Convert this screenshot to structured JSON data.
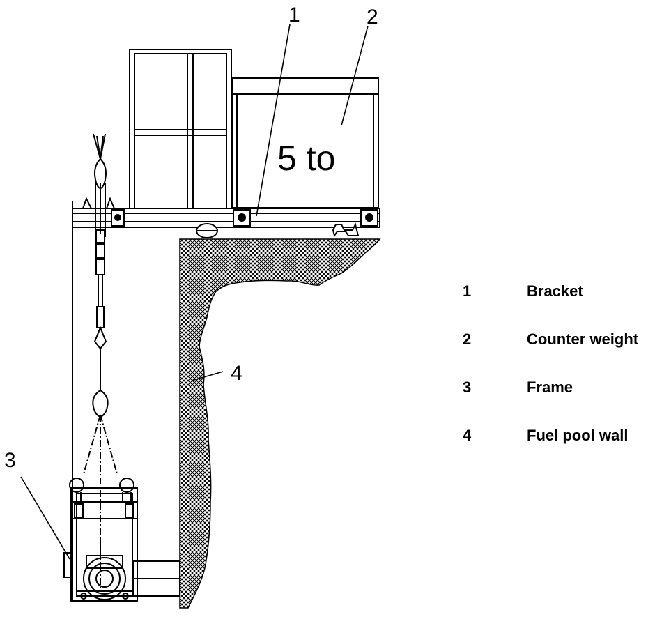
{
  "diagram": {
    "weight_text": "5 to",
    "callouts": [
      "1",
      "2",
      "3",
      "4"
    ],
    "legend": [
      {
        "number": "1",
        "label": "Bracket"
      },
      {
        "number": "2",
        "label": "Counter weight"
      },
      {
        "number": "3",
        "label": "Frame"
      },
      {
        "number": "4",
        "label": "Fuel pool wall"
      }
    ]
  }
}
